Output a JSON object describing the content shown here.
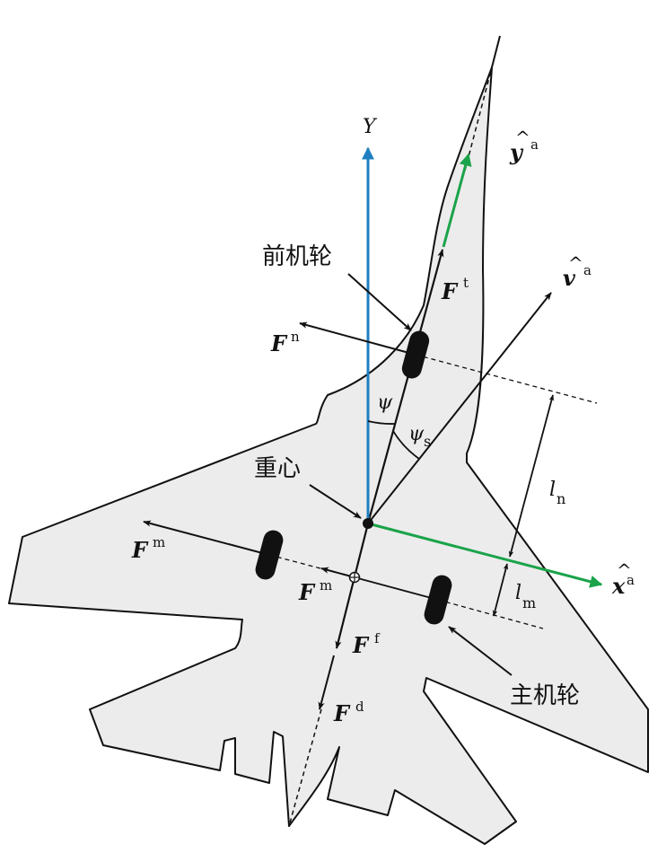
{
  "labels": {
    "y_axis": "Y",
    "nose_wheel": "前机轮",
    "center_of_gravity": "重心",
    "main_wheel": "主机轮",
    "force_symbol": "F",
    "thrust_sup": "t",
    "nose_sup": "n",
    "main_sup": "m",
    "friction_sup": "f",
    "drag_sup": "d",
    "psi": "ψ",
    "psi_s_sub": "s",
    "l_symbol": "l",
    "l_n_sub": "n",
    "l_m_sub": "m",
    "y_hat": "y",
    "v_hat": "v",
    "x_hat": "x",
    "hat_mark": "^",
    "axis_sup": "a"
  },
  "colors": {
    "aircraft_fill": "#ececec",
    "outline": "#111111",
    "y_axis": "#1f7fc0",
    "body_axes": "#1aa34a",
    "force_arrows": "#111111"
  }
}
